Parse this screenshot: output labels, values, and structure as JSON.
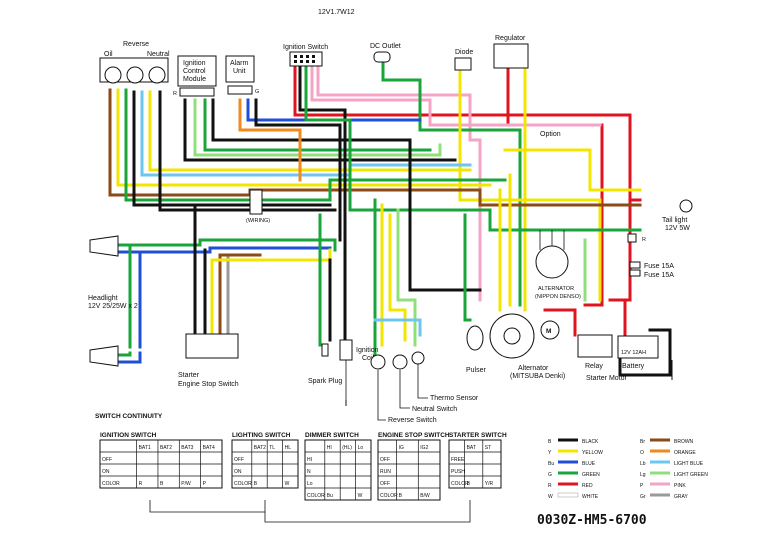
{
  "header": {
    "top_text": "12V1.7W12"
  },
  "components": {
    "reverse": "Reverse",
    "oil": "Oil",
    "neutral": "Neutral",
    "icm": [
      "Ignition",
      "Control",
      "Module"
    ],
    "icm_r": "R",
    "alarm": [
      "Alarm",
      "Unit"
    ],
    "alarm_g": "G",
    "ign_switch": "Ignition Switch",
    "dc_outlet": "DC Outlet",
    "diode": "Diode",
    "regulator": "Regulator",
    "option": "Option",
    "tail_light": [
      "Tail light",
      "12V 5W"
    ],
    "headlight": [
      "Headlight",
      "12V 25/25W x 2"
    ],
    "wiring_connector": "(WIRING)",
    "starter_switch": [
      "Starter",
      "Engine Stop Switch"
    ],
    "spark_plug": "Spark Plug",
    "ign_coil": [
      "Ignition",
      "Coil"
    ],
    "thermo": "Thermo Sensor",
    "neutral_sw": "Neutral Switch",
    "reverse_sw": "Reverse Switch",
    "pulser": "Pulser",
    "alternator": [
      "Alternator",
      "(MITSUBA Denki)"
    ],
    "alternator_nippon": [
      "ALTERNATOR",
      "(NIPPON DENSO)"
    ],
    "relay": "Relay",
    "starter_motor": "Starter Motor",
    "battery_rating": "12V 12AH",
    "battery": "Battery",
    "fuse1": "Fuse 15A",
    "fuse2": "Fuse 15A",
    "fuse_r": "R"
  },
  "switch_continuity": {
    "title": "SWITCH CONTINUITY",
    "tables": [
      {
        "name": "IGNITION SWITCH",
        "cols": [
          "",
          "BAT1",
          "BAT2",
          "BAT3",
          "BAT4"
        ],
        "rows": [
          [
            "OFF",
            "",
            "",
            "",
            ""
          ],
          [
            "ON",
            "",
            "",
            "",
            ""
          ],
          [
            "COLOR",
            "R",
            "B",
            "P/W",
            "P"
          ]
        ]
      },
      {
        "name": "LIGHTING SWITCH",
        "cols": [
          "",
          "BAT2",
          "TL",
          "HL"
        ],
        "rows": [
          [
            "OFF",
            "",
            "",
            ""
          ],
          [
            "ON",
            "",
            "",
            ""
          ],
          [
            "COLOR",
            "B",
            "",
            "W"
          ]
        ]
      },
      {
        "name": "DIMMER SWITCH",
        "cols": [
          "",
          "HI",
          "(HL)",
          "Lo"
        ],
        "rows": [
          [
            "HI",
            "",
            "",
            ""
          ],
          [
            "N",
            "",
            "",
            ""
          ],
          [
            "Lo",
            "",
            "",
            ""
          ],
          [
            "COLOR",
            "Bu",
            "",
            "W"
          ]
        ]
      },
      {
        "name": "ENGINE STOP SWITCH",
        "cols": [
          "",
          "IG",
          "IG2"
        ],
        "rows": [
          [
            "OFF",
            "",
            ""
          ],
          [
            "RUN",
            "",
            ""
          ],
          [
            "OFF",
            "",
            ""
          ],
          [
            "COLOR",
            "B",
            "B/W"
          ]
        ]
      },
      {
        "name": "STARTER SWITCH",
        "cols": [
          "",
          "BAT",
          "ST"
        ],
        "rows": [
          [
            "FREE",
            "",
            ""
          ],
          [
            "PUSH",
            "",
            ""
          ],
          [
            "COLOR",
            "B",
            "Y/R"
          ]
        ]
      }
    ]
  },
  "legend": {
    "entries": [
      {
        "code": "B",
        "name": "BLACK",
        "color": "#111111"
      },
      {
        "code": "Y",
        "name": "YELLOW",
        "color": "#f2e600"
      },
      {
        "code": "Bu",
        "name": "BLUE",
        "color": "#1f4fd6"
      },
      {
        "code": "G",
        "name": "GREEN",
        "color": "#1aa53a"
      },
      {
        "code": "R",
        "name": "RED",
        "color": "#e0141e"
      },
      {
        "code": "W",
        "name": "WHITE",
        "color": "#ffffff"
      },
      {
        "code": "Br",
        "name": "BROWN",
        "color": "#8b4a17"
      },
      {
        "code": "O",
        "name": "ORANGE",
        "color": "#f08a1e"
      },
      {
        "code": "Lb",
        "name": "LIGHT BLUE",
        "color": "#6ec6f0"
      },
      {
        "code": "Lg",
        "name": "LIGHT GREEN",
        "color": "#8fe07a"
      },
      {
        "code": "P",
        "name": "PINK",
        "color": "#f5a3c7"
      },
      {
        "code": "Gr",
        "name": "GRAY",
        "color": "#9a9a9a"
      }
    ]
  },
  "part_number": "0030Z-HM5-6700"
}
